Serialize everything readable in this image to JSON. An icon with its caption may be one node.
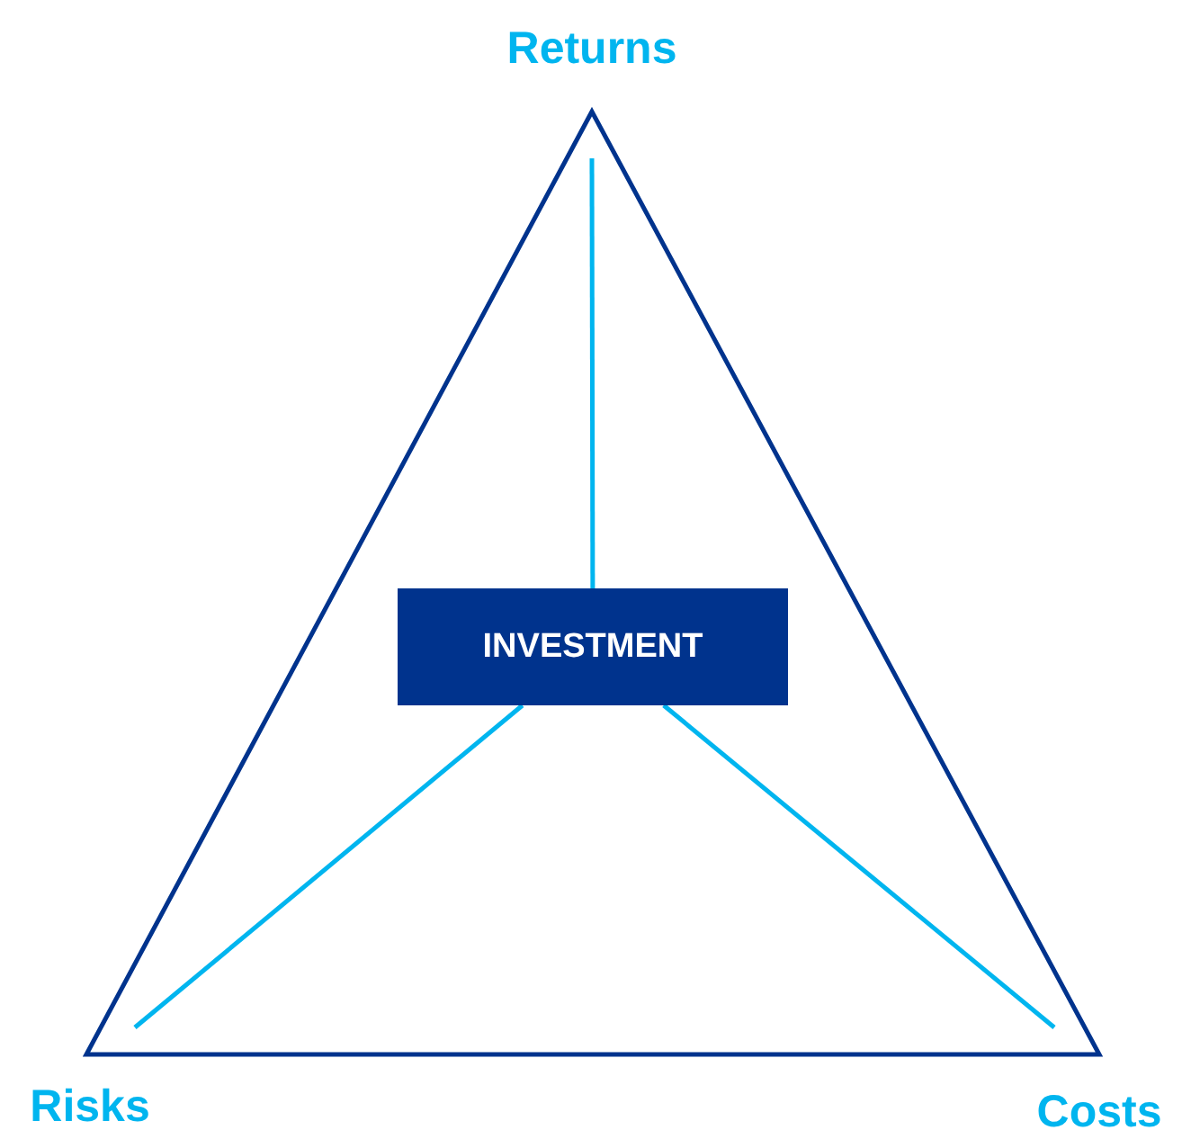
{
  "diagram": {
    "nodes": [
      {
        "text": [
          "INVESTMENT"
        ]
      },
      {
        "text": [
          "Returns"
        ]
      },
      {
        "text": [
          "Risks"
        ]
      },
      {
        "text": [
          "Costs"
        ]
      }
    ],
    "edges": [
      {
        "from": 0,
        "to": 1,
        "arrow": "none"
      },
      {
        "from": 0,
        "to": 2,
        "arrow": "none"
      },
      {
        "from": 0,
        "to": 3,
        "arrow": "none"
      }
    ]
  }
}
